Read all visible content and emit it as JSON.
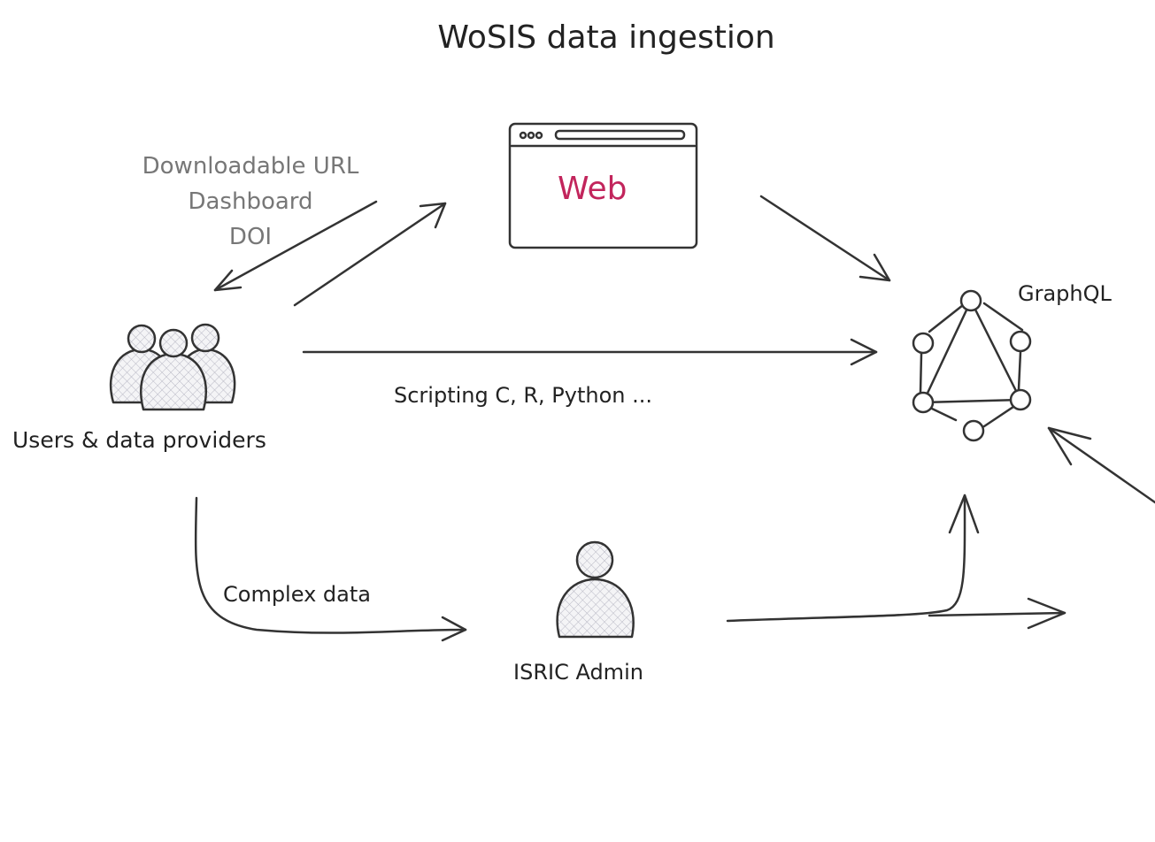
{
  "title": "WoSIS data ingestion",
  "web_label": "Web",
  "user_outputs": [
    "Downloadable URL",
    "Dashboard",
    "DOI"
  ],
  "users_label": "Users & data providers",
  "scripting_label": "Scripting C, R, Python ...",
  "graphql_label": "GraphQL",
  "complex_data_label": "Complex data",
  "admin_label": "ISRIC Admin",
  "colors": {
    "ink": "#222222",
    "muted": "#777777",
    "web": "#c2255c"
  }
}
